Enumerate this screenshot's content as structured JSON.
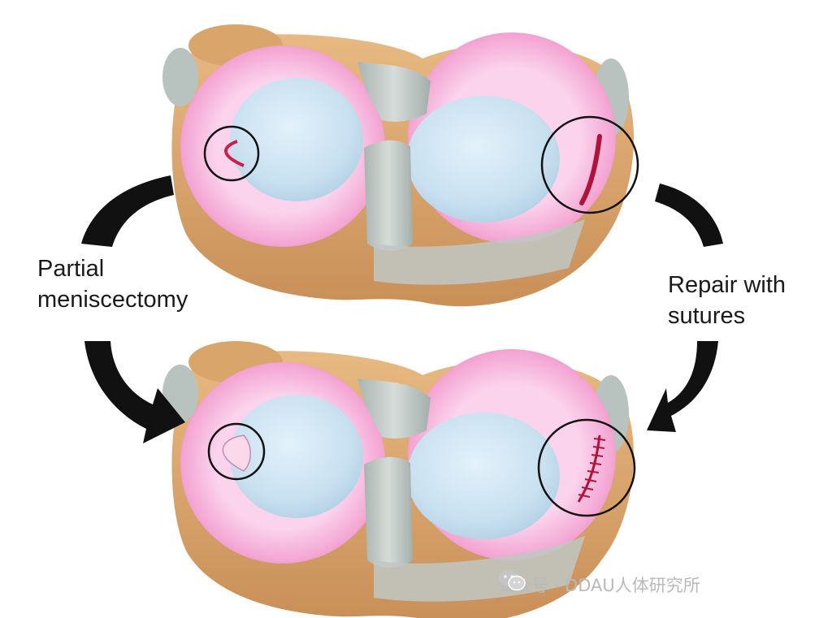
{
  "labels": {
    "left_line1": "Partial",
    "left_line2": "meniscectomy",
    "right_line1": "Repair with",
    "right_line2": "sutures"
  },
  "watermark": {
    "text": "公众号 · DDAU人体研究所",
    "icon": "wechat-icon"
  },
  "colors": {
    "meniscus": "#f7b4dd",
    "meniscus_rim": "#e53f78",
    "cartilage": "#cde4f2",
    "bone": "#d8a36b",
    "ligament": "#b9c3bf",
    "arrow": "#111111",
    "tear": "#c8204a"
  }
}
